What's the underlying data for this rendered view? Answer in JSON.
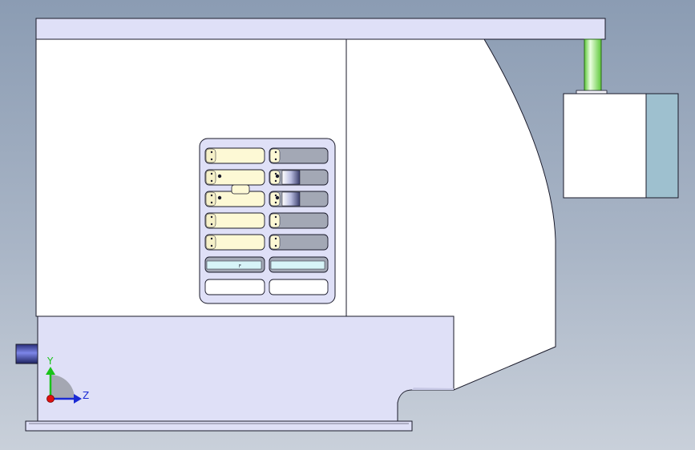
{
  "viewport": {
    "background_top": "#8b9cb3",
    "background_bottom": "#c9d0da"
  },
  "model": {
    "body_color": "#dfe0f7",
    "panel_color": "#ffffff",
    "outline_color": "#1a1a2a",
    "slot_yellow": "#fdf9d5",
    "slot_gray": "#a3a8b5",
    "slot_cyan": "#d7f4f8",
    "rod_color": "#c8f0b8",
    "box_side_color": "#9ec0cf",
    "knob_color": "#4a55c8",
    "slot_marker": "F"
  },
  "triad": {
    "y_label": "Y",
    "z_label": "Z",
    "y_color": "#19c319",
    "z_color": "#1a2ad4",
    "origin_color": "#e01010"
  }
}
